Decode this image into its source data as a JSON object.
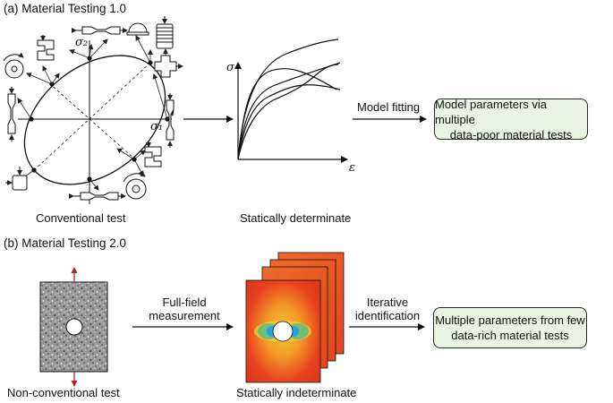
{
  "panel_a": {
    "title": "(a) Material Testing 1.0",
    "left_caption": "Conventional test",
    "middle_caption": "Statically determinate",
    "axis_sigma2": "σ₂",
    "axis_sigma1": "σ₁",
    "chart_y_label": "σ",
    "chart_x_label": "ε",
    "arrow_label": "Model fitting",
    "result_line1": "Model parameters via multiple",
    "result_line2": "data-poor material tests"
  },
  "panel_b": {
    "title": "(b) Material Testing 2.0",
    "left_caption": "Non-conventional test",
    "middle_caption": "Statically indeterminate",
    "arrow1_line1": "Full-field",
    "arrow1_line2": "measurement",
    "arrow2_line1": "Iterative",
    "arrow2_line2": "identification",
    "result_line1": "Multiple parameters from few",
    "result_line2": "data-rich material tests"
  },
  "colors": {
    "box_fill": "#e9f4e2",
    "load_arrow": "#b3261e",
    "field_hot": "#e8431f",
    "field_warm": "#f7c531",
    "field_cool": "#2aa0e0"
  },
  "icons": [
    "tensile-specimen-icon",
    "dome-specimen-icon",
    "coil-specimen-icon",
    "cross-specimen-icon",
    "notched-specimen-icon",
    "disc-specimen-icon",
    "square-specimen-icon",
    "torsion-specimen-icon"
  ]
}
